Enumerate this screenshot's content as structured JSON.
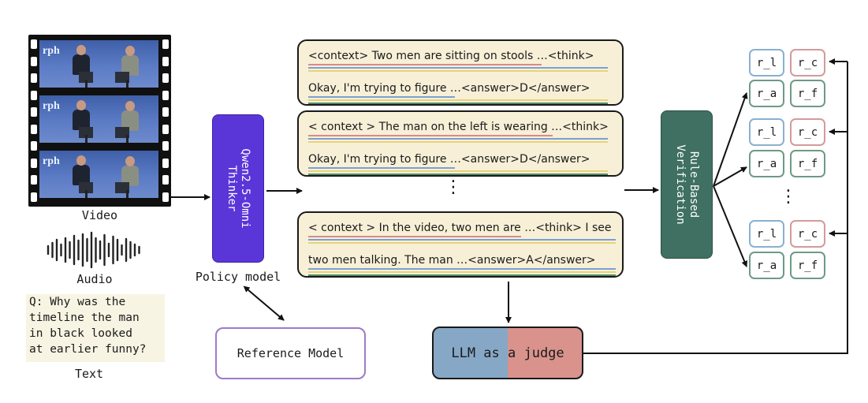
{
  "inputs": {
    "video_label": "Video",
    "audio_label": "Audio",
    "text_label": "Text",
    "question": "Q: Why was the\ntimeline the man\nin black looked\nat earlier funny?",
    "frame_logo": "rph"
  },
  "policy": {
    "model_name": "Qwen2.5-Omni\nThinker",
    "caption": "Policy model"
  },
  "reference": {
    "label": "Reference Model"
  },
  "responses": [
    {
      "line1": "<context> Two men are sitting on stools …<think>",
      "line2": "Okay, I'm trying to figure …<answer>D</answer>"
    },
    {
      "line1": "< context > The man on the left is wearing …<think>",
      "line2": "Okay, I'm trying to figure …<answer>D</answer>"
    },
    {
      "line1": "< context > In the video, two men are  …<think> I see",
      "line2": "two men talking. The man …<answer>A</answer>"
    }
  ],
  "ellipsis": "⋮",
  "verification": {
    "label": "Rule-Based\nVerification"
  },
  "reward_groups": [
    {
      "l": "r_l",
      "c": "r_c",
      "a": "r_a",
      "f": "r_f"
    },
    {
      "l": "r_l",
      "c": "r_c",
      "a": "r_a",
      "f": "r_f"
    },
    {
      "l": "r_l",
      "c": "r_c",
      "a": "r_a",
      "f": "r_f"
    }
  ],
  "judge": {
    "part1": "LLM as ",
    "part2": "a judge"
  },
  "colors": {
    "policy": "#5a36d8",
    "verification": "#3f7062",
    "reference_border": "#9d7ac9",
    "card_bg": "#f7f0d7",
    "judge_left": "#86a8c6",
    "judge_right": "#d9938c",
    "underline_red": "#d98a8a",
    "underline_blue": "#7aa0d4",
    "underline_yellow": "#e8d27a",
    "underline_green": "#4d8a68"
  }
}
